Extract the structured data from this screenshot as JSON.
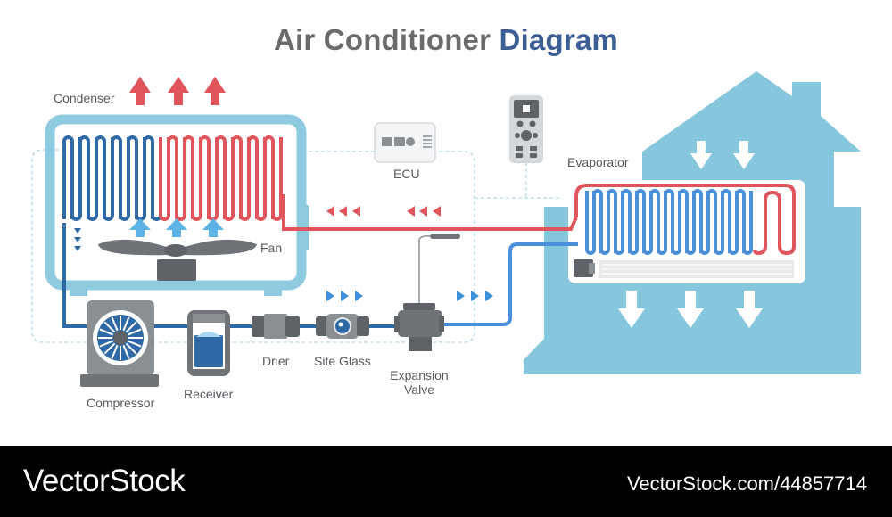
{
  "title": {
    "part1": "Air Conditioner",
    "part2": "Diagram"
  },
  "labels": {
    "condenser": "Condenser",
    "fan": "Fan",
    "ecu": "ECU",
    "evaporator": "Evaporator",
    "compressor": "Compressor",
    "receiver": "Receiver",
    "drier": "Drier",
    "site_glass": "Site Glass",
    "expansion_valve_line1": "Expansion",
    "expansion_valve_line2": "Valve"
  },
  "footer": {
    "brand": "VectorStock",
    "stock_id": "VectorStock.com/44857714"
  },
  "colors": {
    "hot": "#e0555c",
    "cold": "#2f6aa6",
    "light_blue_pipe": "#4a90d9",
    "housing": "#8ecbe0",
    "house": "#87c7dd",
    "gray_dark": "#5f6368",
    "gray_mid": "#8a8f94"
  },
  "icons": [
    "heat-up-arrow-icon",
    "air-flow-arrow-icon",
    "cool-air-arrow-icon",
    "flow-chevron-icon",
    "fan-blade-icon",
    "remote-control-icon",
    "ecu-module-icon"
  ]
}
